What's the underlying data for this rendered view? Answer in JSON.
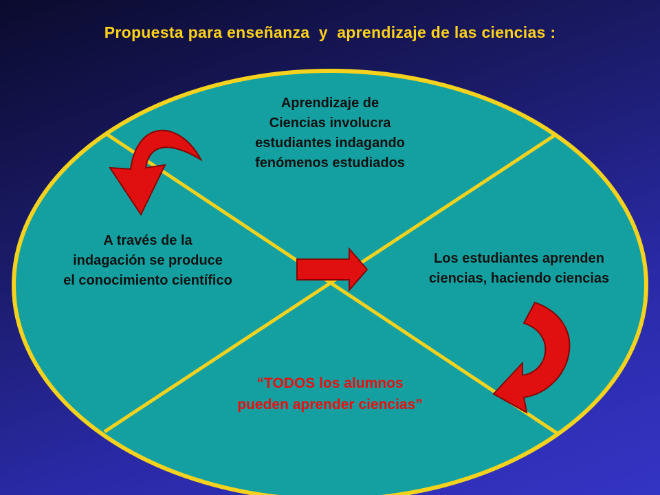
{
  "title": "Propuesta para enseñanza  y  aprendizaje de las ciencias :",
  "colors": {
    "background": "#22228a",
    "ellipse_fill": "#14a0a0",
    "ellipse_border": "#f5d21e",
    "arrow": "#e01010",
    "title": "#ffd21a",
    "highlight_text": "#e81010"
  },
  "sections": {
    "top": "Aprendizaje de\nCiencias  involucra\nestudiantes indagando\nfenómenos estudiados",
    "left": "A través de la\nindagación se produce\nel conocimiento científico",
    "right": "Los estudiantes aprenden\nciencias, haciendo ciencias",
    "bottom": "“TODOS los alumnos\npueden aprender ciencias”"
  },
  "arrows": [
    "curved-arrow-icon",
    "right-arrow-icon",
    "curved-arrow-icon"
  ]
}
